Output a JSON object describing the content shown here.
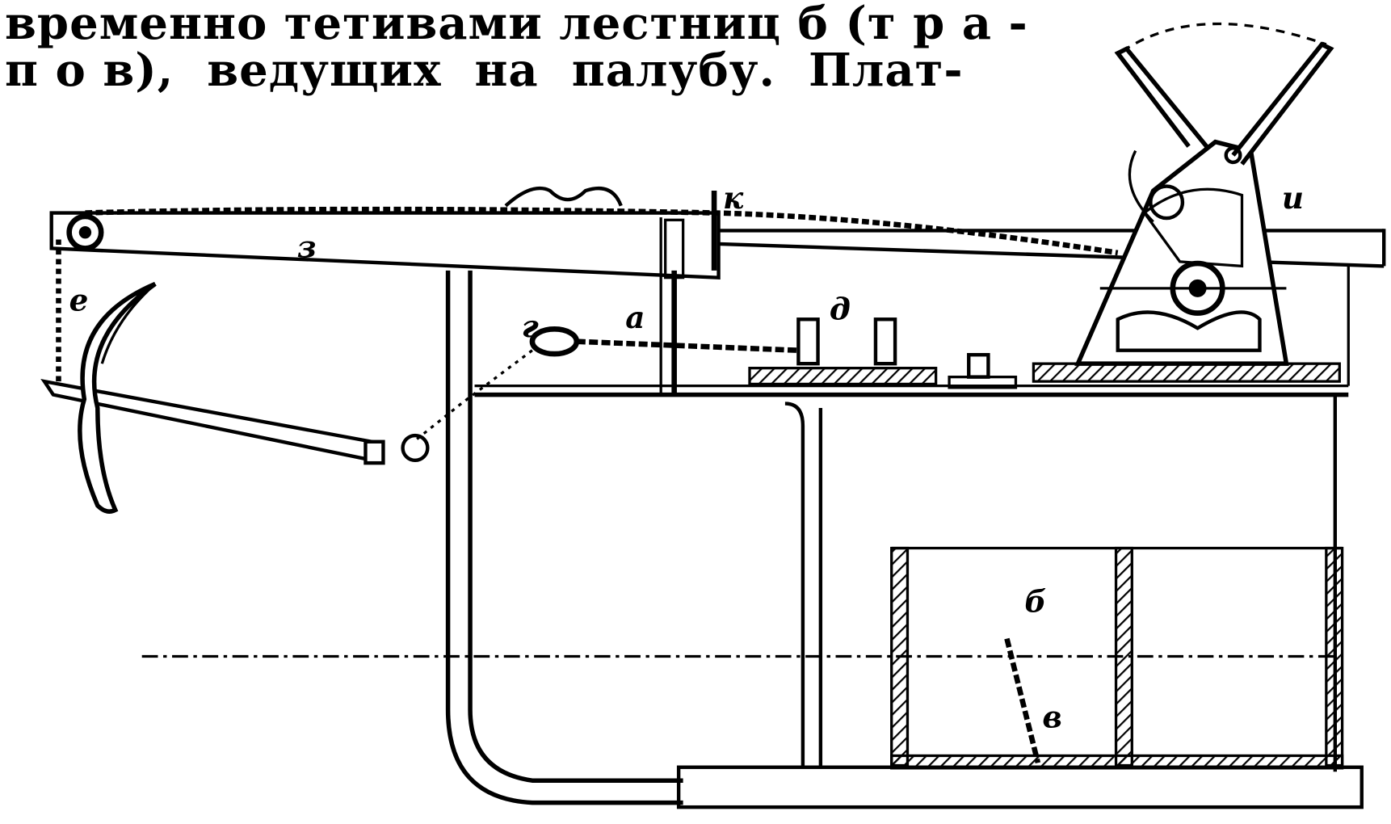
{
  "text": {
    "line1": "временно тетивами лестниц б (т р а -",
    "line2": "п о в),  ведущих  на  палубу.  Плат-"
  },
  "figure": {
    "labels": {
      "z": "з",
      "k": "к",
      "e": "е",
      "g": "г",
      "a": "а",
      "d": "д",
      "i": "и",
      "b": "б",
      "v": "в"
    }
  }
}
